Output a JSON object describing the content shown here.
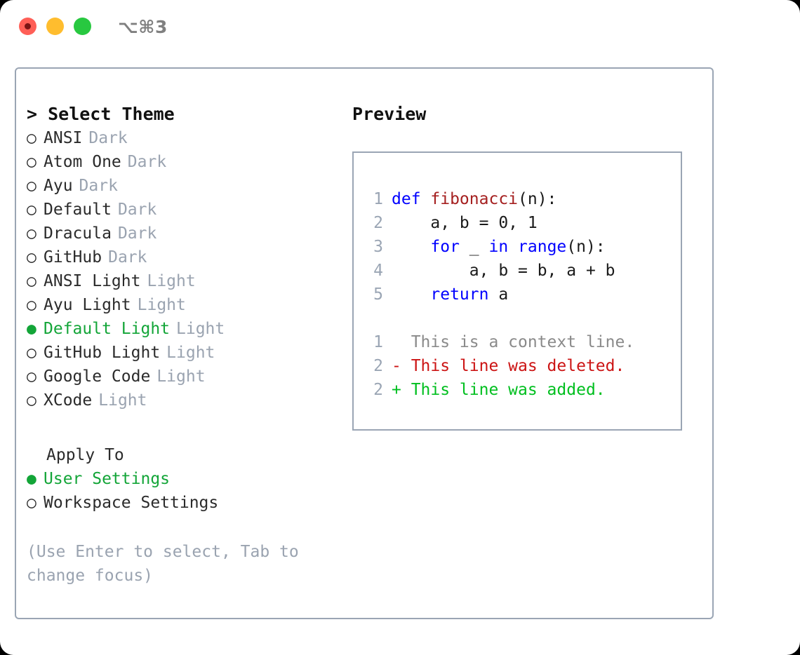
{
  "titlebar": {
    "shortcut": "⌥⌘3",
    "lights": [
      {
        "name": "close",
        "color": "#ff5f57"
      },
      {
        "name": "minimize",
        "color": "#ffbd2e"
      },
      {
        "name": "maximize",
        "color": "#28c840"
      }
    ]
  },
  "theme_picker": {
    "title": "> Select Theme",
    "markers": {
      "selected": "●",
      "unselected": "○"
    },
    "items": [
      {
        "marker": "○",
        "label": "ANSI",
        "suffix": "Dark",
        "selected": false
      },
      {
        "marker": "○",
        "label": "Atom One",
        "suffix": "Dark",
        "selected": false
      },
      {
        "marker": "○",
        "label": "Ayu",
        "suffix": "Dark",
        "selected": false
      },
      {
        "marker": "○",
        "label": "Default",
        "suffix": "Dark",
        "selected": false
      },
      {
        "marker": "○",
        "label": "Dracula",
        "suffix": "Dark",
        "selected": false
      },
      {
        "marker": "○",
        "label": "GitHub",
        "suffix": "Dark",
        "selected": false
      },
      {
        "marker": "○",
        "label": "ANSI Light",
        "suffix": "Light",
        "selected": false
      },
      {
        "marker": "○",
        "label": "Ayu Light",
        "suffix": "Light",
        "selected": false
      },
      {
        "marker": "●",
        "label": "Default Light",
        "suffix": "Light",
        "selected": true
      },
      {
        "marker": "○",
        "label": "GitHub Light",
        "suffix": "Light",
        "selected": false
      },
      {
        "marker": "○",
        "label": "Google Code",
        "suffix": "Light",
        "selected": false
      },
      {
        "marker": "○",
        "label": "XCode",
        "suffix": "Light",
        "selected": false
      }
    ]
  },
  "apply_to": {
    "label": "Apply To",
    "items": [
      {
        "marker": "●",
        "label": "User Settings",
        "selected": true
      },
      {
        "marker": "○",
        "label": "Workspace Settings",
        "selected": false
      }
    ]
  },
  "hint": "(Use Enter to select, Tab to change focus)",
  "preview": {
    "title": "Preview",
    "code_lines": [
      {
        "lineno": "1",
        "tokens": [
          {
            "text": "def ",
            "type": "kw"
          },
          {
            "text": "fibonacci",
            "type": "fn"
          },
          {
            "text": "(n):",
            "type": "plain"
          }
        ]
      },
      {
        "lineno": "2",
        "tokens": [
          {
            "text": "    a, b = 0, 1",
            "type": "plain"
          }
        ]
      },
      {
        "lineno": "3",
        "tokens": [
          {
            "text": "    ",
            "type": "plain"
          },
          {
            "text": "for",
            "type": "kw"
          },
          {
            "text": " _ ",
            "type": "plain"
          },
          {
            "text": "in range",
            "type": "kw"
          },
          {
            "text": "(n):",
            "type": "plain"
          }
        ]
      },
      {
        "lineno": "4",
        "tokens": [
          {
            "text": "        a, b = b, a + b",
            "type": "plain"
          }
        ]
      },
      {
        "lineno": "5",
        "tokens": [
          {
            "text": "    ",
            "type": "plain"
          },
          {
            "text": "return",
            "type": "kw"
          },
          {
            "text": " a",
            "type": "plain"
          }
        ]
      }
    ],
    "diff_lines": [
      {
        "lineno": "1",
        "tokens": [
          {
            "text": "  This is a context line.",
            "type": "ctx"
          }
        ]
      },
      {
        "lineno": "2",
        "tokens": [
          {
            "text": "- This line was deleted.",
            "type": "del"
          }
        ]
      },
      {
        "lineno": "2",
        "tokens": [
          {
            "text": "+ This line was added.",
            "type": "add"
          }
        ]
      }
    ]
  },
  "colors": {
    "accent_green": "#13a538",
    "diff_added": "#00bf1f",
    "diff_deleted": "#cc1414",
    "keyword_blue": "#0000ff",
    "function_red": "#a52020",
    "muted": "#9aa3b0",
    "border": "#9aa5b4"
  }
}
